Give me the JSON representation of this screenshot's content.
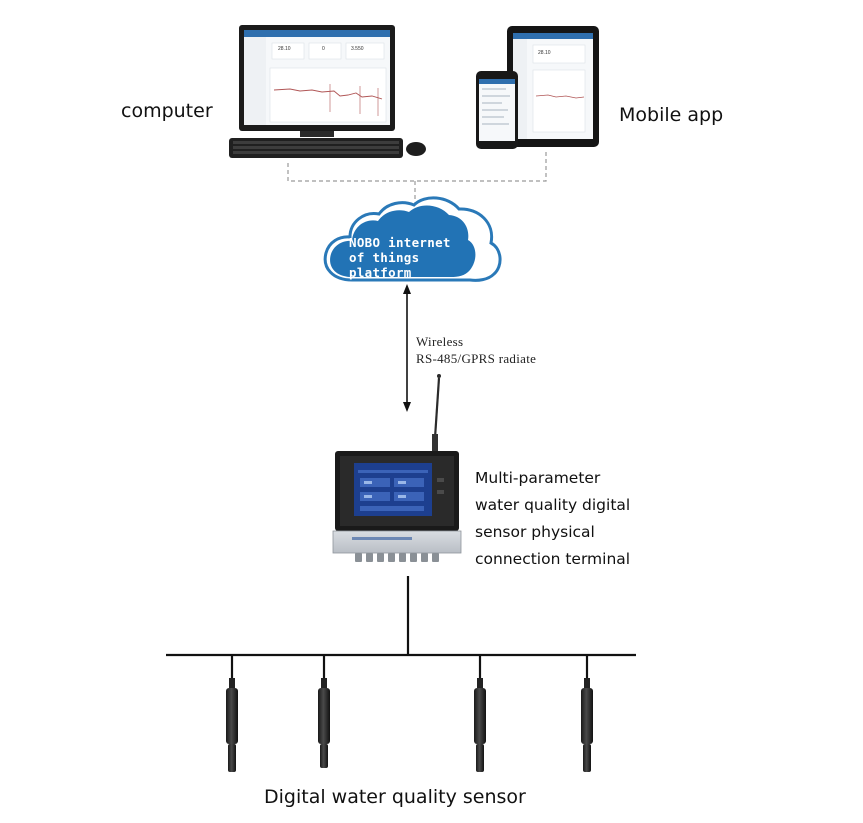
{
  "labels": {
    "computer": "computer",
    "mobile_app": "Mobile app",
    "cloud_line1": "NOBO internet",
    "cloud_line2": "of things",
    "cloud_line3": "platform",
    "link_line1": "Wireless",
    "link_line2": "RS-485/GPRS radiate",
    "terminal_line1": "Multi-parameter",
    "terminal_line2": "water quality digital",
    "terminal_line3": "sensor physical",
    "terminal_line4": "connection terminal",
    "sensors": "Digital water quality sensor"
  },
  "screens": {
    "monitor_value_1": "28.10",
    "monitor_value_2": "0",
    "monitor_value_3": "3.550",
    "tablet_value": "28.10"
  },
  "colors": {
    "cloud_fill": "#2273b5",
    "cloud_outline": "#2a79b8",
    "device_screen": "#1d3f8f",
    "line": "#111111"
  }
}
